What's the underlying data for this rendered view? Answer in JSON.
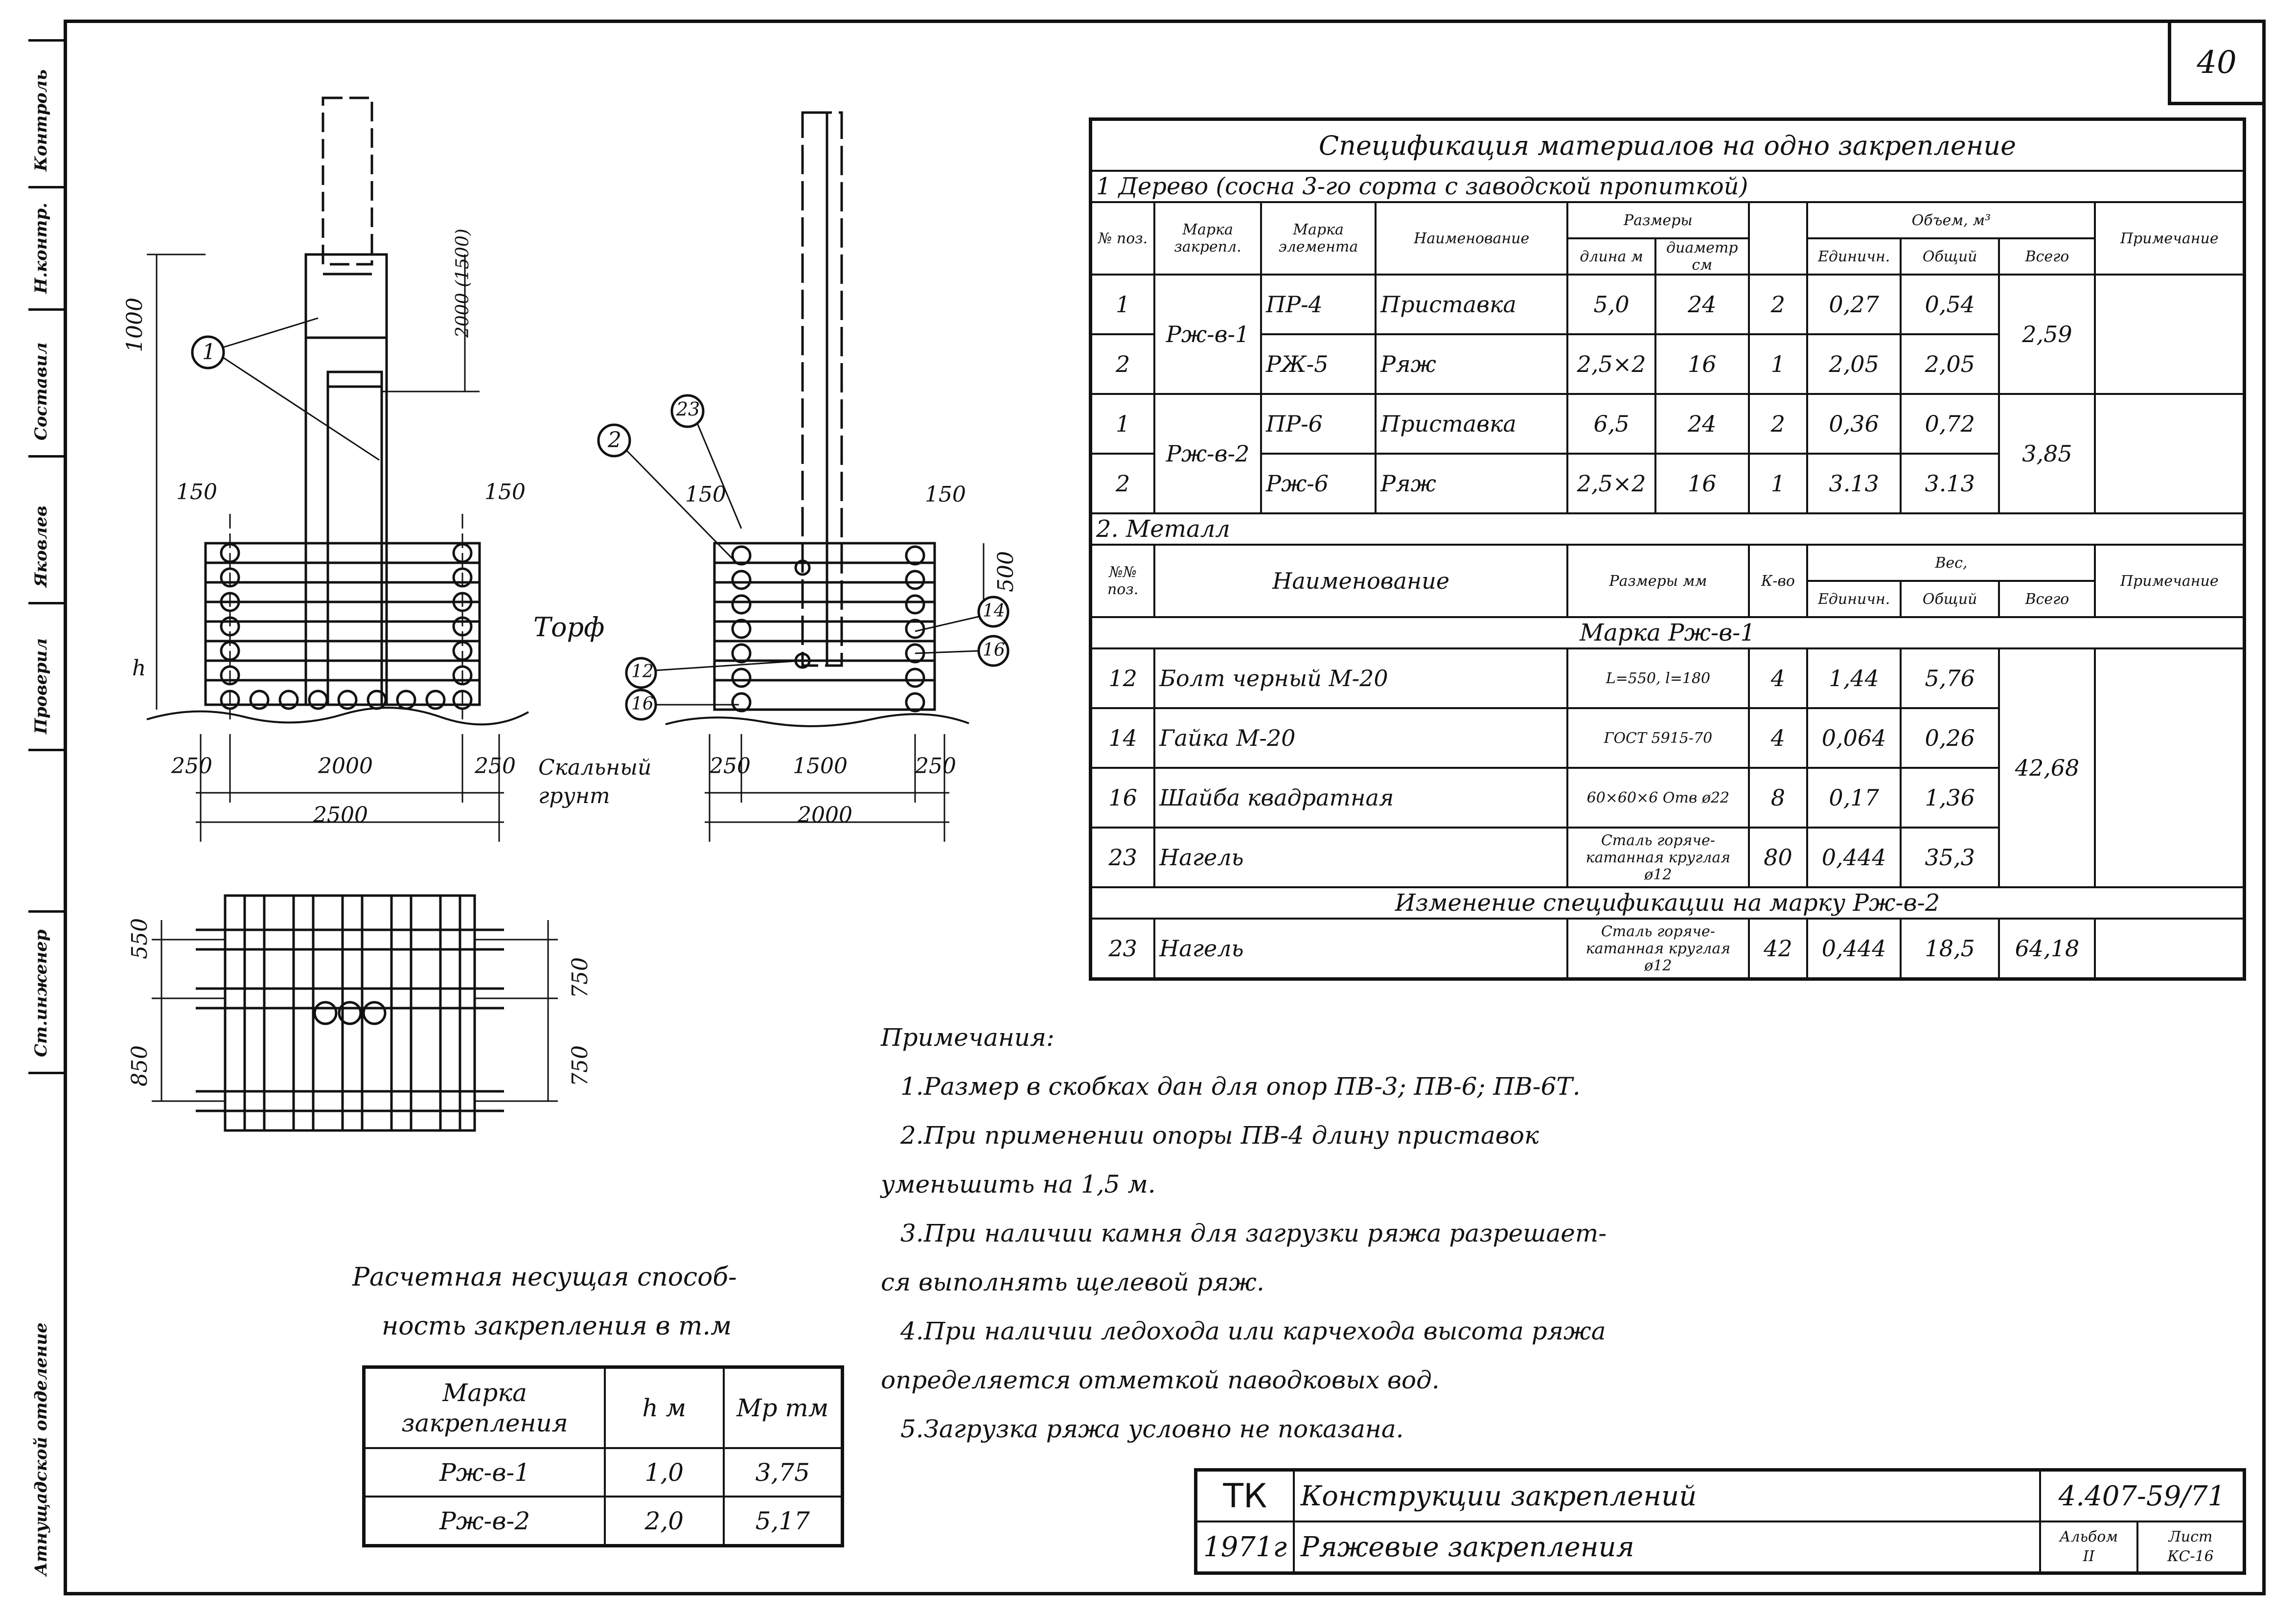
{
  "page_number": "40",
  "side_labels": [
    "Контроль",
    "Н.контр.",
    "Составил",
    "Яковлев",
    "Проверил",
    "Ст.инженер",
    "Атнущадской отделение"
  ],
  "spec": {
    "title": "Спецификация материалов на одно закрепление",
    "wood_section": "1 Дерево (сосна 3-го сорта с заводской пропиткой)",
    "wood_headers": {
      "pos": "№ поз.",
      "mark_fix": "Марка закрепл.",
      "mark_el": "Марка элемента",
      "name": "Наименование",
      "dims": "Размеры",
      "len": "длина м",
      "diam": "диаметр см",
      "volume": "Объем, м³",
      "unit": "Единичн.",
      "total": "Общий",
      "all": "Всего",
      "note": "Примечание"
    },
    "wood_rows": [
      {
        "pos": "1",
        "mark_fix": "Рж-в-1",
        "mark_el": "ПР-4",
        "name": "Приставка",
        "len": "5,0",
        "diam": "24",
        "qty": "2",
        "unit": "0,27",
        "total": "0,54",
        "all": "2,59"
      },
      {
        "pos": "2",
        "mark_fix": "",
        "mark_el": "РЖ-5",
        "name": "Ряж",
        "len": "2,5×2",
        "diam": "16",
        "qty": "1",
        "unit": "2,05",
        "total": "2,05",
        "all": ""
      },
      {
        "pos": "1",
        "mark_fix": "Рж-в-2",
        "mark_el": "ПР-6",
        "name": "Приставка",
        "len": "6,5",
        "diam": "24",
        "qty": "2",
        "unit": "0,36",
        "total": "0,72",
        "all": "3,85"
      },
      {
        "pos": "2",
        "mark_fix": "",
        "mark_el": "Рж-6",
        "name": "Ряж",
        "len": "2,5×2",
        "diam": "16",
        "qty": "1",
        "unit": "3.13",
        "total": "3.13",
        "all": ""
      }
    ],
    "metal_section": "2. Металл",
    "metal_headers": {
      "pos": "№№ поз.",
      "name": "Наименование",
      "dims": "Размеры мм",
      "qty": "К-во",
      "weight": "Вес,",
      "unit": "Единичн.",
      "total": "Общий",
      "all": "Всего",
      "note": "Примечание"
    },
    "mark1_label": "Марка Рж-в-1",
    "metal_rows": [
      {
        "pos": "12",
        "name": "Болт черный  М-20",
        "dims": "L=550, l=180",
        "qty": "4",
        "unit": "1,44",
        "total": "5,76"
      },
      {
        "pos": "14",
        "name": "Гайка  М-20",
        "dims": "ГОСТ 5915-70",
        "qty": "4",
        "unit": "0,064",
        "total": "0,26"
      },
      {
        "pos": "16",
        "name": "Шайба квадратная",
        "dims": "60×60×6 Отв ø22",
        "qty": "8",
        "unit": "0,17",
        "total": "1,36"
      },
      {
        "pos": "23",
        "name": "Нагель",
        "dims": "Сталь горяче-катанная круглая ø12",
        "qty": "80",
        "unit": "0,444",
        "total": "35,3"
      }
    ],
    "metal_all": "42,68",
    "change_label": "Изменение спецификации на марку Рж-в-2",
    "change_row": {
      "pos": "23",
      "name": "Нагель",
      "dims": "Сталь горяче-катанная круглая ø12",
      "qty": "42",
      "unit": "0,444",
      "total": "18,5",
      "all": "64,18"
    }
  },
  "notes": {
    "title": "Примечания:",
    "items": [
      "1.Размер в скобках дан для опор ПВ-3; ПВ-6; ПВ-6Т.",
      "2.При применении опоры ПВ-4 длину приставок",
      "уменьшить на 1,5 м.",
      "3.При наличии камня для загрузки ряжа разрешает-",
      "ся выполнять щелевой ряж.",
      "4.При наличии ледохода или карчехода высота ряжа",
      "определяется отметкой паводковых вод.",
      "5.Загрузка ряжа условно не показана."
    ]
  },
  "capacity": {
    "caption1": "Расчетная несущая способ-",
    "caption2": "ность закрепления в т.м",
    "headers": [
      "Марка закрепления",
      "h м",
      "Мр тм"
    ],
    "rows": [
      [
        "Рж-в-1",
        "1,0",
        "3,75"
      ],
      [
        "Рж-в-2",
        "2,0",
        "5,17"
      ]
    ]
  },
  "stamp": {
    "org": "ТК",
    "year": "1971г",
    "title1": "Конструкции закреплений",
    "title2": "Ряжевые закрепления",
    "code": "4.407-59/71",
    "album_label": "Альбом",
    "album": "II",
    "sheet_label": "Лист",
    "sheet": "КС-16"
  },
  "drawing": {
    "d1000": "1000",
    "d2000_1500": "2000 (1500)",
    "d150a": "150",
    "d150b": "150",
    "d150c": "150",
    "d150d": "150",
    "d500": "500",
    "h": "h",
    "d250a": "250",
    "d2000": "2000",
    "d250b": "250",
    "d2500": "2500",
    "d250c": "250",
    "d1500": "1500",
    "d250d": "250",
    "d2000b": "2000",
    "peat": "Торф",
    "ground": "Скальный грунт",
    "c1": "1",
    "c2": "2",
    "c23": "23",
    "c12": "12",
    "c16": "16",
    "c14": "14",
    "c16b": "16",
    "p550": "550",
    "p850": "850",
    "p750a": "750",
    "p750b": "750"
  }
}
